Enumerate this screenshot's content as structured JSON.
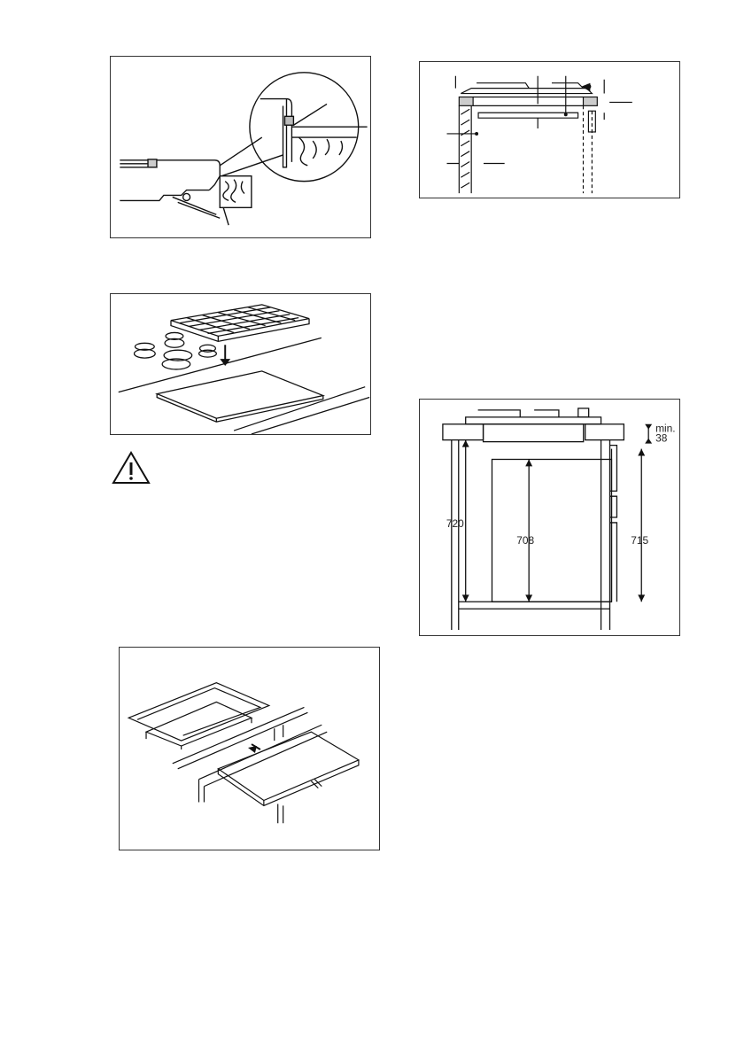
{
  "figures": {
    "edge_detail": {
      "icon": "seal-edge-detail-figure"
    },
    "grate_removal": {
      "icon": "grate-and-lid-figure"
    },
    "side_section": {
      "icon": "side-section-figure"
    },
    "front_section": {
      "icon": "cabinet-dimensions-figure",
      "dims": {
        "min_label": "min.",
        "min_value": "38",
        "left_height": "720",
        "center_height": "708",
        "right_height": "715"
      }
    },
    "insertion": {
      "icon": "hob-insertion-figure"
    }
  },
  "warning": {
    "icon": "warning-triangle-icon"
  }
}
